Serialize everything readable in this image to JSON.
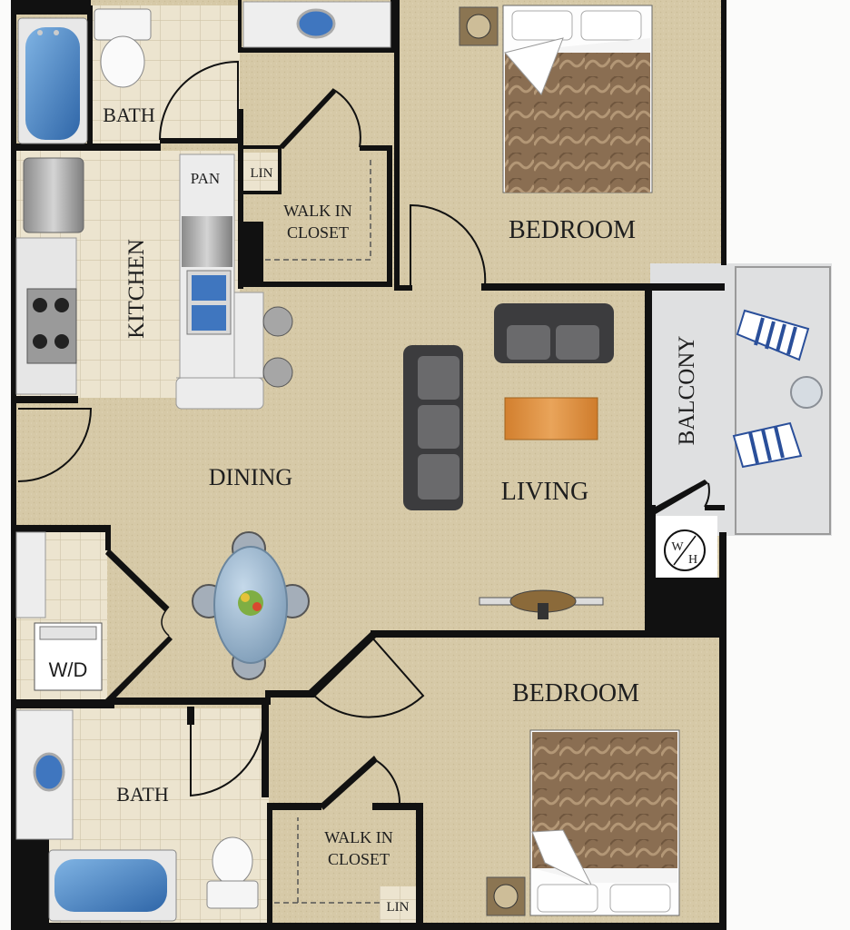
{
  "floorplan": {
    "rooms": {
      "bath_top": "BATH",
      "bath_bottom": "BATH",
      "kitchen": "KITCHEN",
      "bedroom_top": "BEDROOM",
      "bedroom_bottom": "BEDROOM",
      "closet_top_line1": "WALK IN",
      "closet_top_line2": "CLOSET",
      "closet_bottom_line1": "WALK IN",
      "closet_bottom_line2": "CLOSET",
      "dining": "DINING",
      "living": "LIVING",
      "balcony": "BALCONY"
    },
    "fixtures": {
      "pantry": "PAN",
      "linen_top": "LIN",
      "linen_bottom": "LIN",
      "washer_dryer": "W/D",
      "water_heater_w": "W",
      "water_heater_h": "H"
    },
    "colors": {
      "floor_carpet": "#d6c9a7",
      "floor_tile": "#ece4cf",
      "tile_grid": "#cfc4a8",
      "wall": "#111111",
      "balcony": "#dfe0e1",
      "sofa": "#4a4a4c",
      "bed_cover": "#8a6e52",
      "tub": "#4f88c8",
      "table": "#9eb8cf",
      "coffee_table": "#d68f3e"
    }
  }
}
